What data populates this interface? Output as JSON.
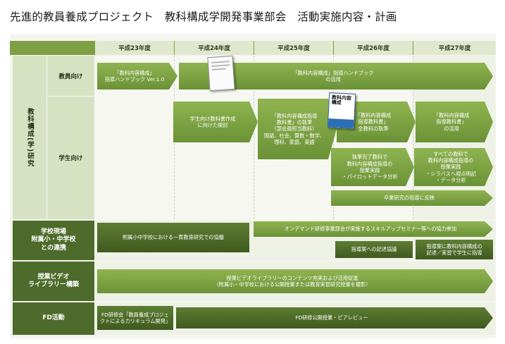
{
  "title": "先進的教員養成プロジェクト　教科構成学開発事業部会　活動実施内容・計画",
  "years": [
    "平成23年度",
    "平成24年度",
    "平成25年度",
    "平成26年度",
    "平成27年度"
  ],
  "labels": {
    "research_group": "教科構成(学)研究",
    "teachers": "教員向け",
    "students": "学生向け",
    "school_site": "学校現場\n附属小・中学校\nとの連携",
    "video_library": "授業ビデオ\nライブラリー構築",
    "fd": "FD活動"
  },
  "items": {
    "t_handbook_v1": "「教科内容構成」\n指導ハンドブック Ver.1.0",
    "t_handbook_use": "「教科内容構成」指導ハンドブック\nの活用",
    "s_textbook_study": "学生向け教科書作成\nに向けた検討",
    "s_textbook_writing": "「教科内容構成指導\n教科書」の執筆\n（部会員担当教科）\n国語、社会、算数・数学、\n理科、家庭、英語",
    "s_textbook_all": "「教科内容構成\n指導教科書」\n全教科の執筆",
    "s_textbook_use": "「教科内容構成\n指導教科書」\nの活用",
    "s_pilot": "執筆完了教科で\n教科内容構成指導の\n授業実践\n・パイロットデータ分析",
    "s_all_subjects": "すべての教科で\n教科内容構成指導の\n授業実践\n・シラバスへ視点明記\n・データ分析",
    "s_thesis": "卒業研究の指導に反映",
    "school_joint": "附属小中学校における一貫教育研究での協働",
    "school_seminar": "オンデマンド研修事業部会が実施するスキルアップセミナー等への協力参加",
    "school_plan_writing": "指導案への記述協議",
    "school_plan_teaching": "指導案に教科内容構成の\n記述／実習で学生に指導",
    "video_build": "授業ビデオライブラリーのコンテンツ充実および活用促進\n（附属小・中学校における公開授業または教育実習研究授業を撮影）",
    "fd_workshop": "FD研修会「教員養成プロジェ\nクトによるカリキュラム開発」",
    "fd_review": "FD研修公開授業・ピアレビュー"
  },
  "graphics": {
    "book_title": "教科内容\n構成"
  },
  "colors": {
    "header_band": "#7ea044",
    "dark_label": "#4d6b2a",
    "light_label": "#d7e2c3",
    "arrow_mid": "#6a9236",
    "arrow_dark": "#3f5a1f"
  }
}
